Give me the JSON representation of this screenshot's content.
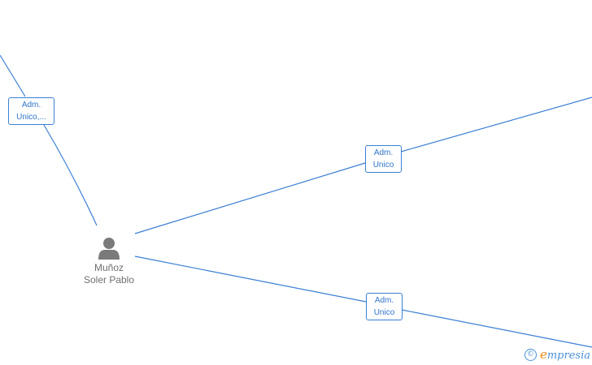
{
  "person": {
    "name": "Muñoz\nSoler Pablo",
    "icon": "person-icon"
  },
  "relations": [
    {
      "id": "top-left",
      "label": "Adm.\nUnico,..."
    },
    {
      "id": "upper-right",
      "label": "Adm.\nUnico"
    },
    {
      "id": "lower-right",
      "label": "Adm.\nUnico"
    }
  ],
  "brand": {
    "copyright": "©",
    "initial": "e",
    "rest": "mpresia"
  },
  "colors": {
    "edge": "#3a7fd5",
    "label": "#2f74c9",
    "person": "#6f6f6f",
    "brand_accent": "#f08a12"
  }
}
